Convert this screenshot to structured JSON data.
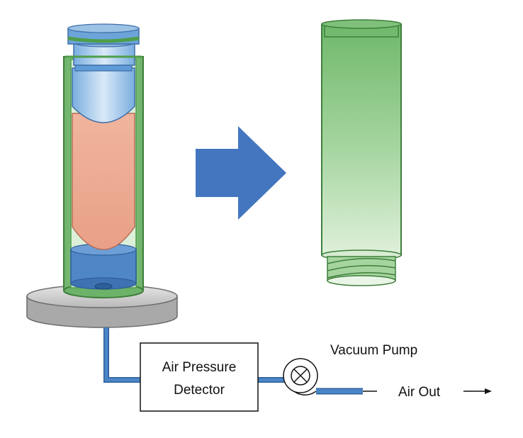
{
  "labels": {
    "detector_line1": "Air Pressure",
    "detector_line2": "Detector",
    "pump": "Vacuum Pump",
    "air_out": "Air Out",
    "arrow_glyph": "→"
  },
  "colors": {
    "green_outer": "#8fc98a",
    "green_dark": "#4e9e4a",
    "blue_cap": "#8ab6df",
    "blue_dark": "#4a7fc0",
    "orange_sample": "#eca58c",
    "base_gray": "#c9c9c9",
    "arrow_blue": "#4476c0",
    "tube_blue": "#4a86c8"
  }
}
